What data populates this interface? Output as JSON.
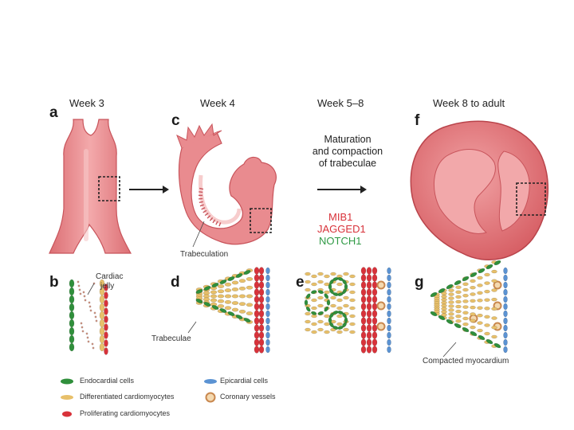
{
  "panels": {
    "a": "a",
    "b": "b",
    "c": "c",
    "d": "d",
    "e": "e",
    "f": "f",
    "g": "g"
  },
  "stages": {
    "week3": "Week 3",
    "week4": "Week 4",
    "week5_8": "Week 5–8",
    "week8_adult": "Week 8 to adult"
  },
  "process_text": {
    "line1": "Maturation",
    "line2": "and compaction",
    "line3": "of trabeculae"
  },
  "genes": {
    "mib1": "MIB1",
    "jagged1": "JAGGED1",
    "notch1": "NOTCH1"
  },
  "labels": {
    "cardiac_jelly_1": "Cardiac",
    "cardiac_jelly_2": "jelly",
    "trabeculation": "Trabeculation",
    "trabeculae": "Trabeculae",
    "compacted_myocardium": "Compacted myocardium"
  },
  "legend": {
    "endocardial": "Endocardial cells",
    "differentiated": "Differentiated cardiomyocytes",
    "proliferating": "Proliferating cardiomyocytes",
    "epicardial": "Epicardial cells",
    "coronary": "Coronary vessels"
  },
  "colors": {
    "tissue": "#e98b8f",
    "tissue_dark": "#c8545b",
    "tissue_light": "#f4b7b8",
    "endocardial": "#2f8f3b",
    "differentiated": "#e8c06a",
    "proliferating": "#d8323a",
    "epicardial": "#5b93d3",
    "coronary_outer": "#c9884f",
    "mib1": "#d8323a",
    "jagged1": "#d8323a",
    "notch1": "#2f9a45"
  }
}
